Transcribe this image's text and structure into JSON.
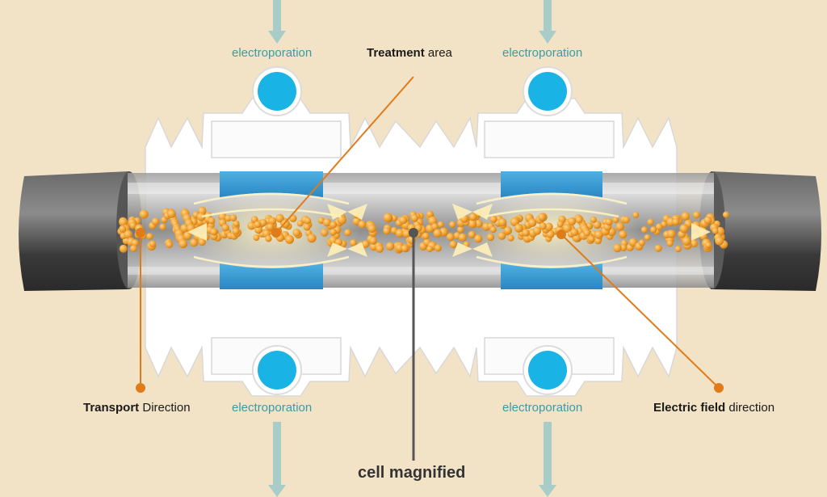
{
  "labels": {
    "electroporation_top_left": "electroporation",
    "electroporation_top_right": "electroporation",
    "electroporation_bottom_left": "electroporation",
    "electroporation_bottom_right": "electroporation",
    "treatment_bold": "Treatment",
    "treatment_rest": " area",
    "transport_bold": "Transport",
    "transport_rest": " Direction",
    "field_bold": "Electric field",
    "field_rest": " direction",
    "cell_magnified": "cell magnified"
  },
  "colors": {
    "background": "#f3e3c6",
    "electrode": "#1ab3e6",
    "electrode_block": "#3a9bd5",
    "cell": "#f0a030",
    "callout": "#e07b1a",
    "label_teal": "#3b9aa8",
    "arrow_teal": "#a8ccc8",
    "end_cap": "#4a4a4a"
  },
  "icons": [
    "electrode-circle-icon",
    "flow-arrow-icon",
    "field-arrow-icon"
  ]
}
